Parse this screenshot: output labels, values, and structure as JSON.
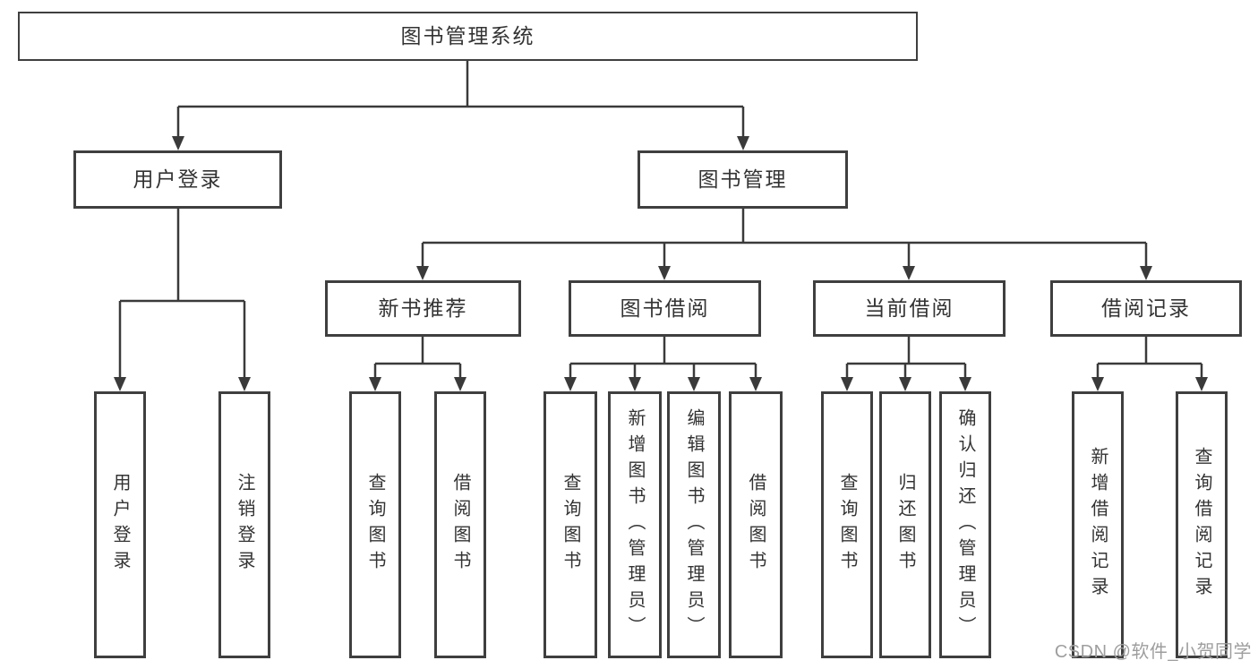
{
  "diagram": {
    "root": {
      "label": "图书管理系统"
    },
    "level2": [
      {
        "label": "用户登录"
      },
      {
        "label": "图书管理"
      }
    ],
    "level3": [
      {
        "label": "新书推荐"
      },
      {
        "label": "图书借阅"
      },
      {
        "label": "当前借阅"
      },
      {
        "label": "借阅记录"
      }
    ],
    "leaves": {
      "user_login": [
        "用户登录",
        "注销登录"
      ],
      "new_book_recommend": [
        "查询图书",
        "借阅图书"
      ],
      "book_borrow": [
        "查询图书",
        "新增图书（管理员）",
        "编辑图书（管理员）",
        "借阅图书"
      ],
      "current_borrow": [
        "查询图书",
        "归还图书",
        "确认归还（管理员）"
      ],
      "borrow_records": [
        "新增借阅记录",
        "查询借阅记录"
      ]
    },
    "watermark": "CSDN @软件_小贺同学",
    "colors": {
      "line": "#3a3a3a",
      "border": "#3f3f3f",
      "text": "#333333",
      "watermark": "#9e9e9e",
      "background": "#ffffff"
    }
  }
}
